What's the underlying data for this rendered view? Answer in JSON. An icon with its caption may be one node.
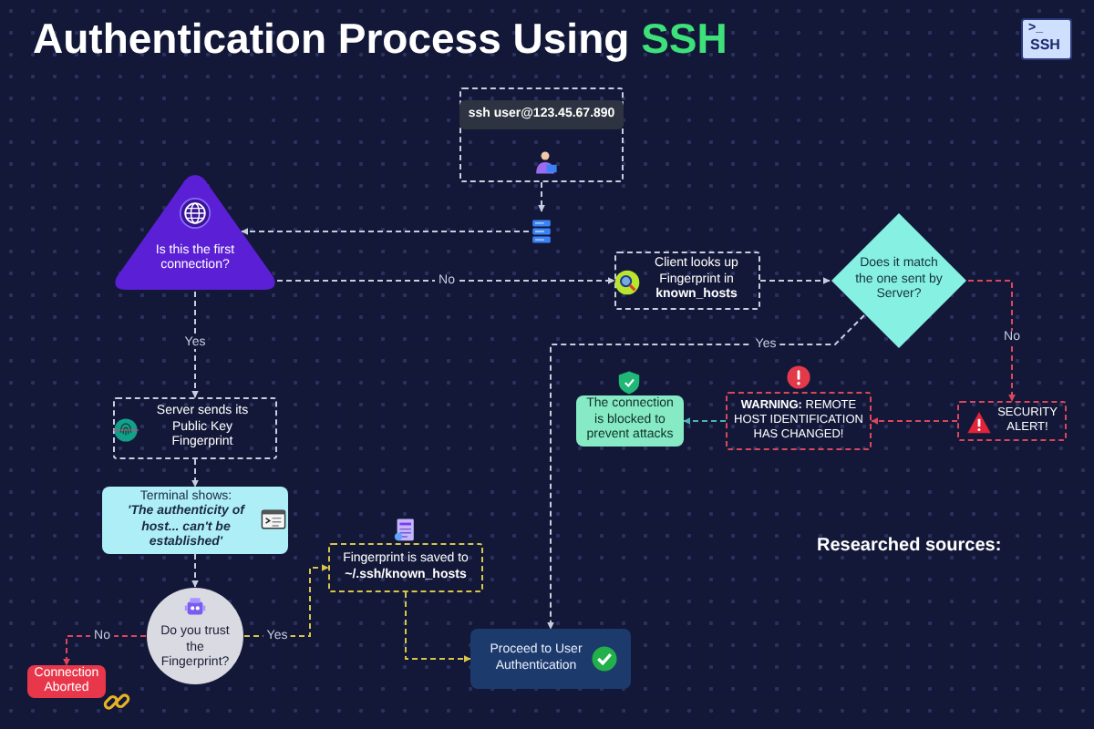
{
  "diagram": {
    "title": "Authentication Process Using **SSH**",
    "nodes": [
      {
        "text": [
          "ssh user@123.45.67.890"
        ]
      },
      {
        "text": [],
        "shape": "box"
      },
      {
        "text": [
          "Is this the first connection?"
        ]
      },
      {
        "text": [
          "Client looks up Fingerprint in **known_hosts**"
        ]
      },
      {
        "text": [
          "Does it match the one sent by Server?"
        ]
      },
      {
        "text": [
          "Server sends its Public Key Fingerprint"
        ]
      },
      {
        "text": [
          "Terminal shows:",
          "'The authenticity of host... can't be established'"
        ]
      },
      {
        "text": [
          "The connection is blocked to prevent attacks"
        ]
      },
      {
        "text": [
          "**WARNING:** REMOTE HOST IDENTIFICATION HAS CHANGED!"
        ]
      },
      {
        "text": [
          "SECURITY ALERT!"
        ]
      },
      {
        "text": [
          "Do you trust the Fingerprint?"
        ]
      },
      {
        "text": [
          "Fingerprint is saved to **~/.ssh/known_hosts**"
        ]
      },
      {
        "text": [
          "Connection Aborted"
        ]
      },
      {
        "text": [
          "Proceed to User Authentication"
        ]
      }
    ],
    "edges": [
      {
        "from": 0,
        "to": 1,
        "arrow": "to",
        "style": "dashed"
      },
      {
        "from": 1,
        "to": 2,
        "arrow": "to",
        "style": "dashed"
      },
      {
        "from": 2,
        "to": 3,
        "arrow": "to",
        "style": "dashed",
        "label": "No"
      },
      {
        "from": 3,
        "to": 4,
        "arrow": "to",
        "style": "dashed"
      },
      {
        "from": 4,
        "to": 9,
        "arrow": "to",
        "style": "dashed",
        "label": "No",
        "color": "#d9475c"
      },
      {
        "from": 9,
        "to": 8,
        "arrow": "to",
        "style": "dashed",
        "color": "#d9475c"
      },
      {
        "from": 8,
        "to": 7,
        "arrow": "to",
        "style": "dashed",
        "color": "#4fb3b3"
      },
      {
        "from": 4,
        "to": 13,
        "arrow": "to",
        "style": "dashed",
        "label": "Yes"
      },
      {
        "from": 2,
        "to": 5,
        "arrow": "to",
        "style": "dashed",
        "label": "Yes"
      },
      {
        "from": 5,
        "to": 6,
        "arrow": "to",
        "style": "dashed"
      },
      {
        "from": 6,
        "to": 10,
        "arrow": "to",
        "style": "dashed"
      },
      {
        "from": 10,
        "to": 12,
        "arrow": "to",
        "style": "dashed",
        "label": "No",
        "color": "#d9475c"
      },
      {
        "from": 10,
        "to": 11,
        "arrow": "to",
        "style": "dashed",
        "label": "Yes",
        "color": "#d8c64a"
      },
      {
        "from": 11,
        "to": 13,
        "arrow": "to",
        "style": "dashed",
        "color": "#d8c64a"
      }
    ],
    "labels": [
      ">_",
      "SSH",
      "Researched sources:"
    ]
  }
}
